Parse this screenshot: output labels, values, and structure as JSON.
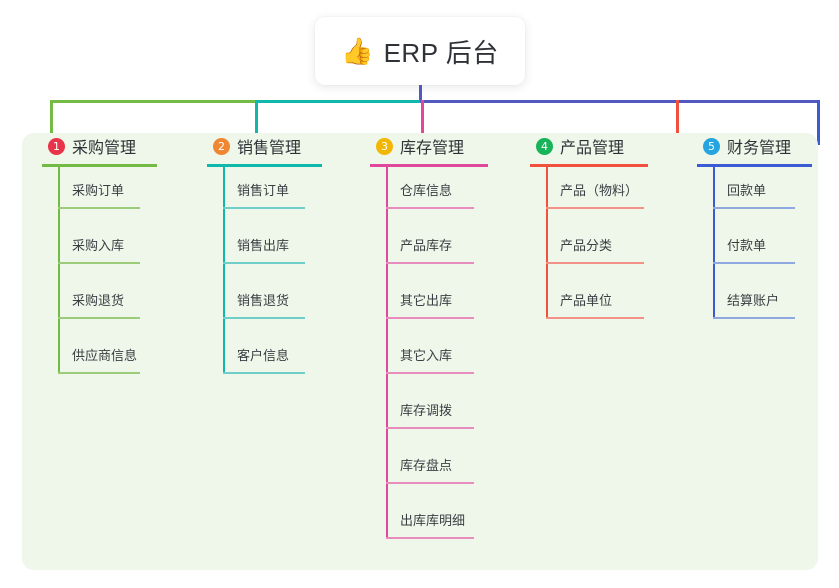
{
  "title": {
    "icon": "thumbs-up-icon",
    "icon_glyph": "👍",
    "text": "ERP 后台"
  },
  "colors": {
    "panel_bg": "#eef7e9",
    "page_bg": "#ffffff",
    "stem": "#5258c0",
    "bar_green": "#73bb44",
    "bar_teal": "#0fb8ab",
    "bar_blue": "#5258c0"
  },
  "columns": [
    {
      "number": "1",
      "title": "采购管理",
      "badge_color": "#e8334a",
      "line_color": "#73bb44",
      "item_color": "#9ccb7a",
      "items": [
        "采购订单",
        "采购入库",
        "采购退货",
        "供应商信息"
      ]
    },
    {
      "number": "2",
      "title": "销售管理",
      "badge_color": "#f08632",
      "line_color": "#0fb8ab",
      "item_color": "#6fcfc8",
      "items": [
        "销售订单",
        "销售出库",
        "销售退货",
        "客户信息"
      ]
    },
    {
      "number": "3",
      "title": "库存管理",
      "badge_color": "#f2b705",
      "line_color": "#e0499b",
      "item_color": "#e88cbe",
      "items": [
        "仓库信息",
        "产品库存",
        "其它出库",
        "其它入库",
        "库存调拨",
        "库存盘点",
        "出库库明细"
      ]
    },
    {
      "number": "4",
      "title": "产品管理",
      "badge_color": "#18b45a",
      "line_color": "#f0503c",
      "item_color": "#f29286",
      "items": [
        "产品（物料）",
        "产品分类",
        "产品单位"
      ]
    },
    {
      "number": "5",
      "title": "财务管理",
      "badge_color": "#26a4e0",
      "line_color": "#3b5bd4",
      "item_color": "#8fa8e0",
      "items": [
        "回款单",
        "付款单",
        "结算账户"
      ]
    }
  ]
}
